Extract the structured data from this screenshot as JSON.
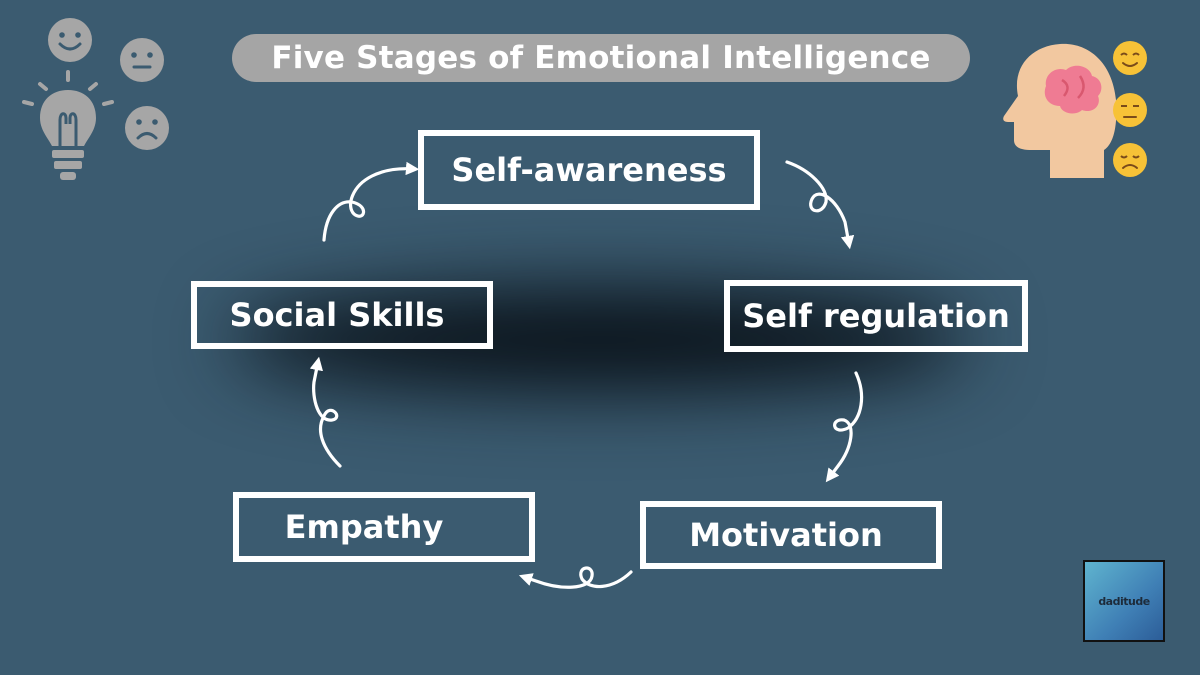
{
  "title": "Five Stages of Emotional Intelligence",
  "stages": [
    {
      "label": "Self-awareness"
    },
    {
      "label": "Self regulation"
    },
    {
      "label": "Motivation"
    },
    {
      "label": "Empathy"
    },
    {
      "label": "Social Skills"
    }
  ],
  "logo": {
    "text": "daditude"
  },
  "icons": {
    "top_left": [
      "happy-face-icon",
      "neutral-face-icon",
      "lightbulb-icon",
      "sad-face-icon"
    ],
    "top_right": [
      "head-brain-icon",
      "content-emoji-icon",
      "neutral-emoji-icon",
      "sad-emoji-icon"
    ]
  },
  "colors": {
    "background": "#3b5b70",
    "pill": "#a5a5a5",
    "box_border": "#ffffff",
    "text": "#ffffff",
    "icon_gray": "#a6a6a6",
    "head": "#f2c8a0",
    "brain": "#ef7b93",
    "emoji": "#f7c237"
  }
}
